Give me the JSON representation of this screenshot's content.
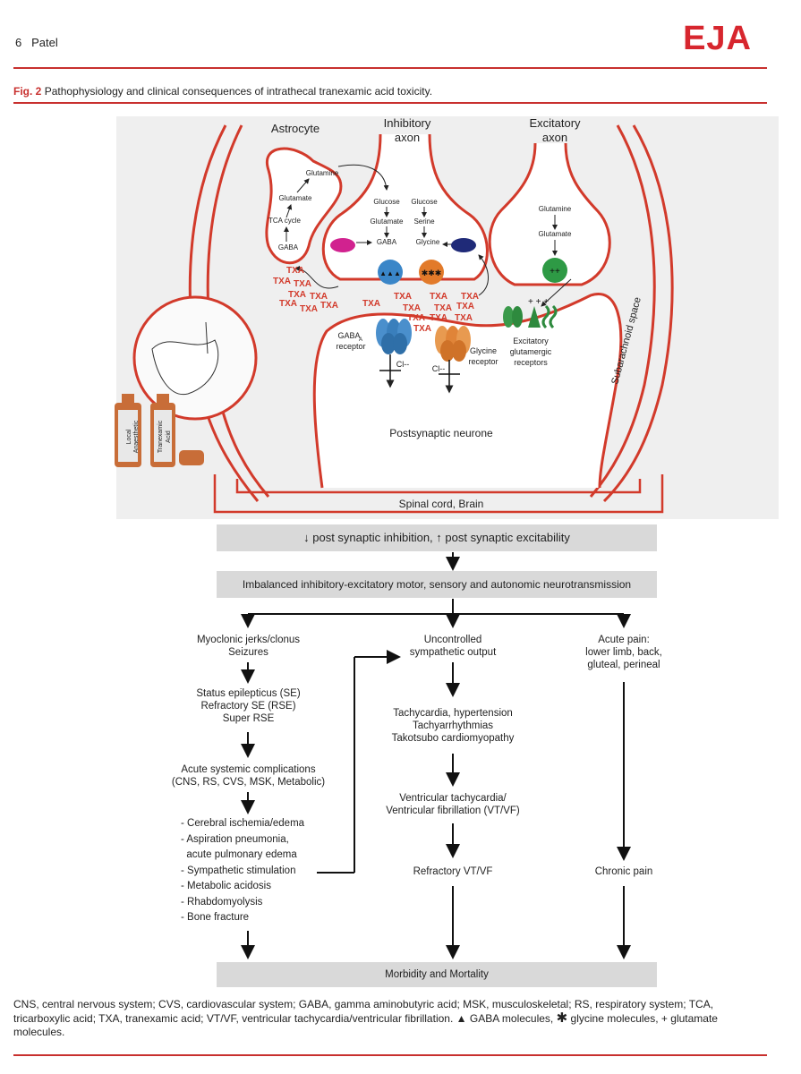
{
  "header": {
    "page_number": "6",
    "author": "Patel",
    "journal_logo": "EJA"
  },
  "figure": {
    "label": "Fig. 2",
    "caption": "Pathophysiology and clinical consequences of intrathecal tranexamic acid toxicity."
  },
  "diagram": {
    "astrocyte": "Astrocyte",
    "inhibitory_axon": [
      "Inhibitory",
      "axon"
    ],
    "excitatory_axon": [
      "Excitatory",
      "axon"
    ],
    "astro_labels": {
      "glutamine": "Glutamine",
      "glutamate": "Glutamate",
      "tca": "TCA cycle",
      "gaba": "GABA"
    },
    "inhib_labels": {
      "glucose1": "Glucose",
      "glucose2": "Glucose",
      "glutamate": "Glutamate",
      "serine": "Serine",
      "gaba": "GABA",
      "glycine": "Glycine"
    },
    "excit_labels": {
      "glutamine": "Glutamine",
      "glutamate": "Glutamate"
    },
    "txa": "TXA",
    "gaba_receptor": [
      "GABA",
      "A",
      "receptor"
    ],
    "glycine_receptor": [
      "Glycine",
      "receptor"
    ],
    "cl": "Cl--",
    "excitatory_receptors": [
      "Excitatory",
      "glutamergic",
      "receptors"
    ],
    "postsynaptic": "Postsynaptic neurone",
    "subarachnoid": "Subarachnoid space",
    "spinal_cord": "Spinal cord, Brain",
    "vial1": [
      "Local",
      "Anaesthetic"
    ],
    "vial2": [
      "Tranexamic",
      "Acid"
    ]
  },
  "flowchart": {
    "box1": "↓ post synaptic inhibition, ↑ post synaptic excitability",
    "box2": "Imbalanced inhibitory-excitatory motor, sensory and autonomic neurotransmission",
    "left1": [
      "Myoclonic jerks/clonus",
      "Seizures"
    ],
    "left2": [
      "Status epilepticus (SE)",
      "Refractory SE (RSE)",
      "Super RSE"
    ],
    "left3": [
      "Acute systemic complications",
      "(CNS, RS, CVS, MSK, Metabolic)"
    ],
    "left4": [
      "- Cerebral ischemia/edema",
      "- Aspiration pneumonia,",
      "  acute pulmonary edema",
      "- Sympathetic stimulation",
      "- Metabolic acidosis",
      "- Rhabdomyolysis",
      "- Bone fracture"
    ],
    "mid1": [
      "Uncontrolled",
      "sympathetic output"
    ],
    "mid2": [
      "Tachycardia, hypertension",
      "Tachyarrhythmias",
      "Takotsubo cardiomyopathy"
    ],
    "mid3": [
      "Ventricular tachycardia/",
      "Ventricular fibrillation (VT/VF)"
    ],
    "mid4": "Refractory VT/VF",
    "right1": [
      "Acute pain:",
      "lower limb, back,",
      "gluteal, perineal"
    ],
    "right2": "Chronic pain",
    "box3": "Morbidity and Mortality"
  },
  "footnote": {
    "text": "CNS, central nervous system; CVS, cardiovascular system; GABA, gamma aminobutyric acid; MSK, musculoskeletal; RS, respiratory system; TCA, tricarboxylic acid; TXA, tranexamic acid; VT/VF, ventricular tachycardia/ventricular fibrillation.",
    "gaba_legend": "GABA molecules,",
    "glycine_legend": "glycine molecules,",
    "glutamate_legend": "glutamate molecules."
  },
  "colors": {
    "accent": "#c8302e",
    "box": "#d9d9d9",
    "txa": "#d23a2b"
  }
}
